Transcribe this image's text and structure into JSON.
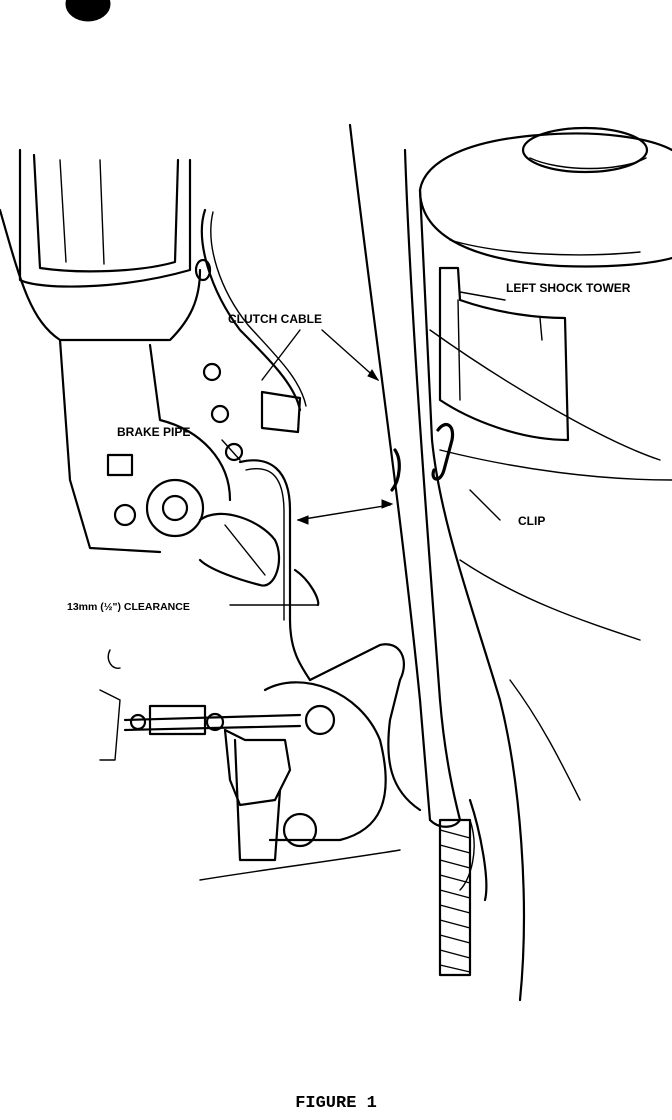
{
  "labels": {
    "left_shock_tower": "LEFT SHOCK TOWER",
    "clutch_cable": "CLUTCH CABLE",
    "brake_pipe": "BRAKE PIPE",
    "clip": "CLIP",
    "clearance": "13mm (½\") CLEARANCE"
  },
  "caption": "FIGURE 1"
}
